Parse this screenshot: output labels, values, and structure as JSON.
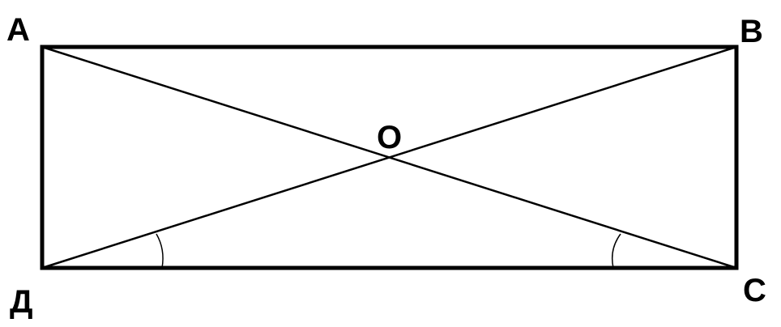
{
  "figure": {
    "vertices": {
      "top_left": "А",
      "top_right": "В",
      "bottom_right": "С",
      "bottom_left": "Д"
    },
    "center": "О"
  },
  "colors": {
    "background": "#ffffff",
    "stroke": "#000000"
  }
}
